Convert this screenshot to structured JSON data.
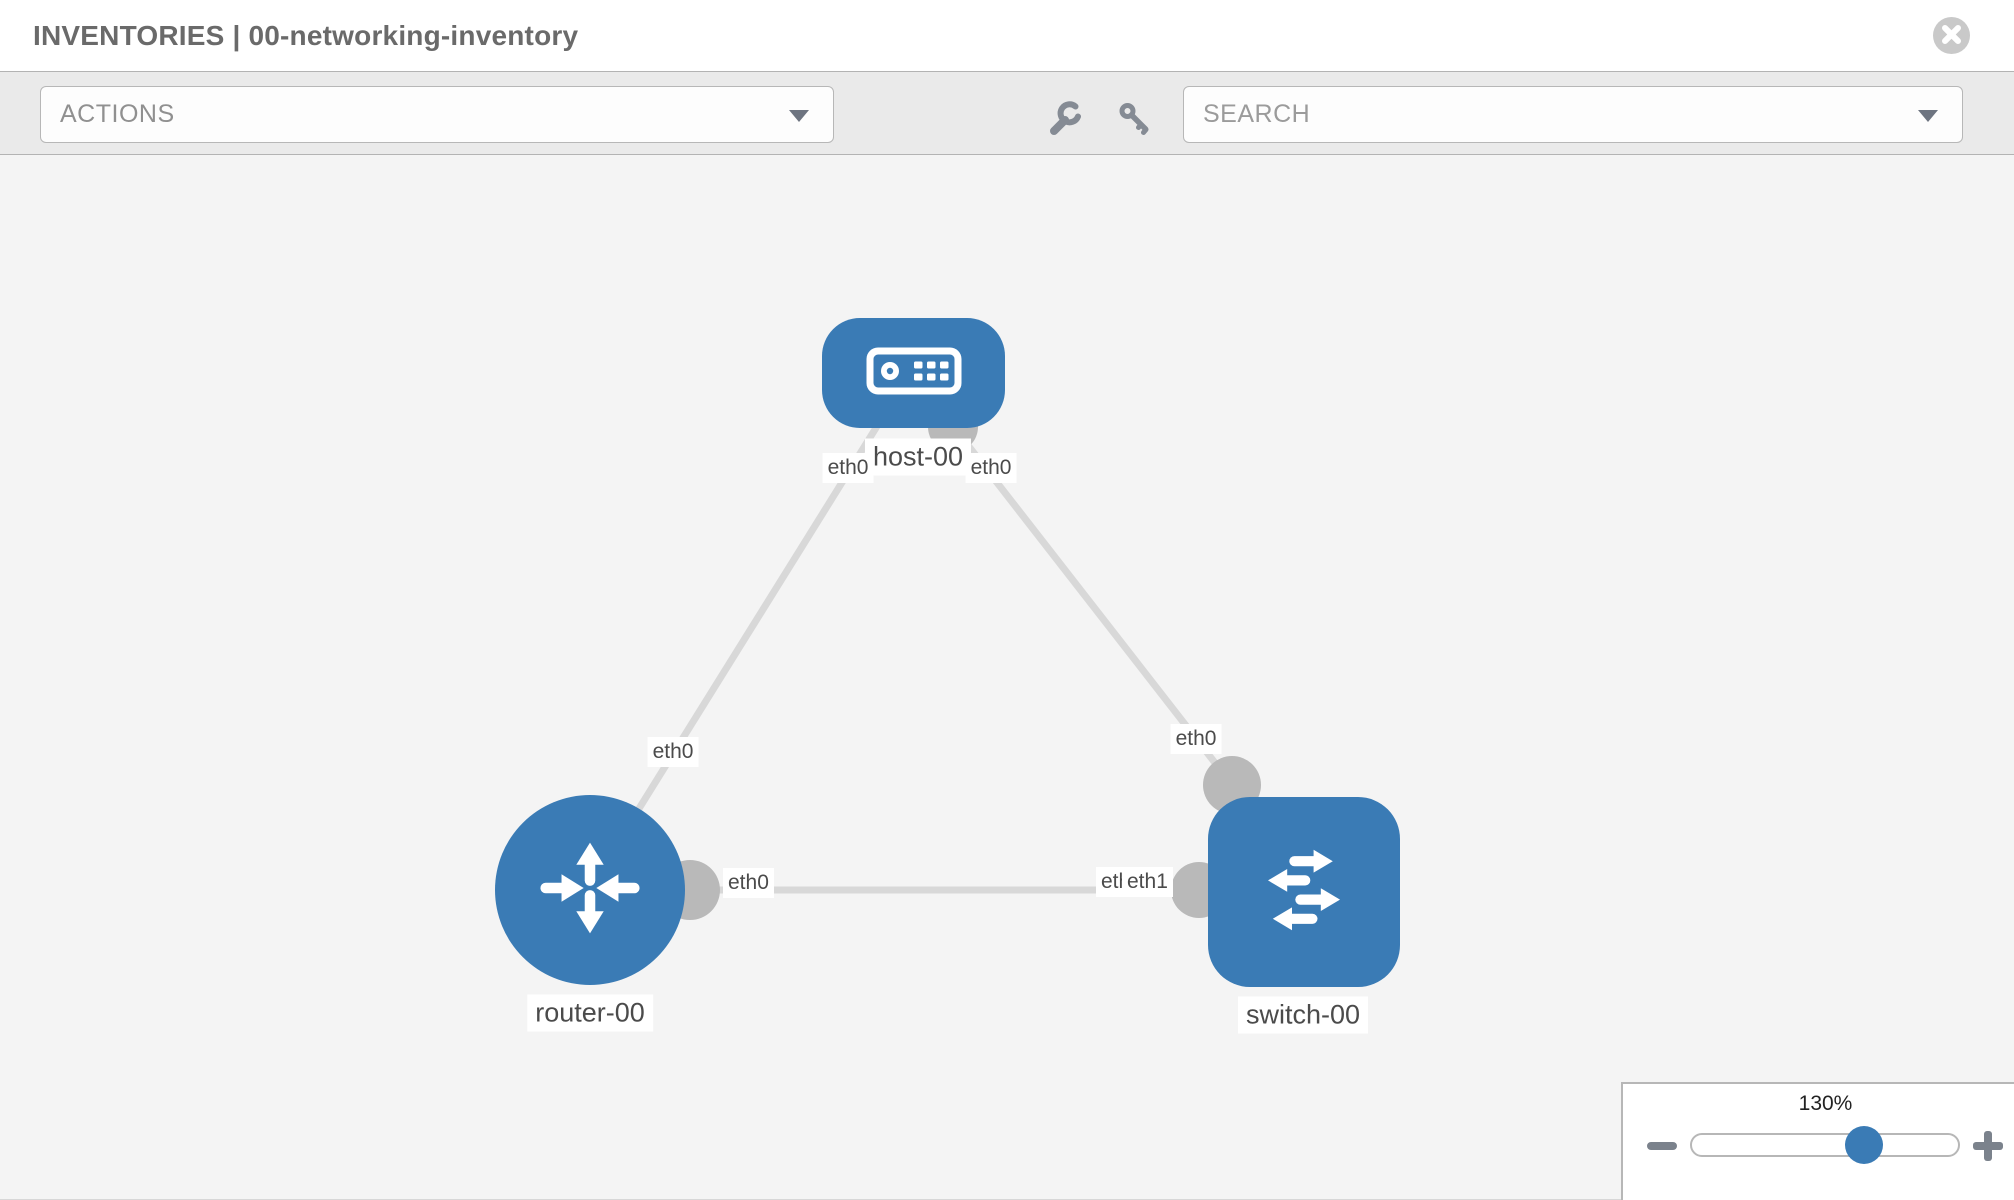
{
  "header": {
    "title": "INVENTORIES | 00-networking-inventory"
  },
  "toolbar": {
    "actions_label": "ACTIONS",
    "search_placeholder": "SEARCH"
  },
  "topology": {
    "nodes": [
      {
        "id": "host-00",
        "type": "host",
        "label": "host-00"
      },
      {
        "id": "router-00",
        "type": "router",
        "label": "router-00"
      },
      {
        "id": "switch-00",
        "type": "switch",
        "label": "switch-00"
      }
    ],
    "links": [
      {
        "from": "host-00",
        "to": "router-00",
        "from_interface": "eth0",
        "to_interface": "eth0"
      },
      {
        "from": "host-00",
        "to": "switch-00",
        "from_interface": "eth0",
        "to_interface": "eth0"
      },
      {
        "from": "router-00",
        "to": "switch-00",
        "from_interface": "eth0",
        "to_interface": "eth1",
        "overlapped_label": "eth0"
      }
    ]
  },
  "zoom_control": {
    "value": "130%"
  },
  "colors": {
    "node_blue": "#3a7bb5",
    "link_gray": "#d8d8d8",
    "connector_gray": "#b9b9b9",
    "icon_gray": "#858b94"
  }
}
